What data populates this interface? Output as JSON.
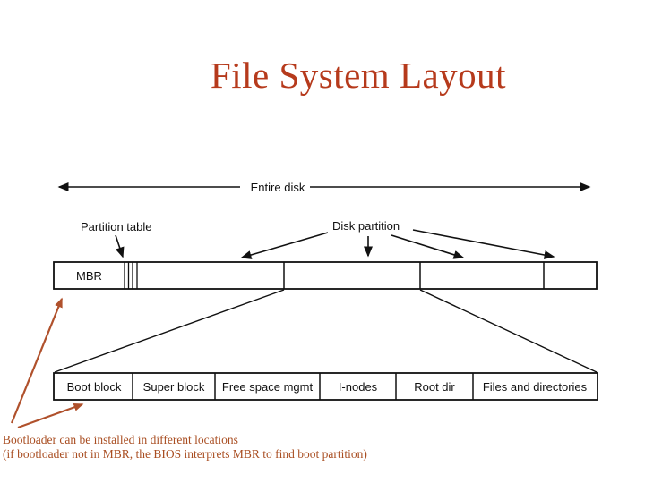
{
  "title": "File System Layout",
  "colors": {
    "title": "#b63a1c",
    "annotation_text": "#a94e22",
    "annotation_arrow": "#b0512c",
    "diagram_line": "#111111",
    "background": "#ffffff"
  },
  "diagram": {
    "entire_disk_label": "Entire disk",
    "partition_table_label": "Partition table",
    "disk_partition_label": "Disk partition",
    "mbr_label": "MBR",
    "partition_expanded_cells": [
      "Boot block",
      "Super block",
      "Free space mgmt",
      "I-nodes",
      "Root dir",
      "Files and directories"
    ]
  },
  "annotation": {
    "line1": "Bootloader can be installed in different locations",
    "line2": "(if bootloader not in MBR, the BIOS interprets MBR to find boot partition)"
  }
}
